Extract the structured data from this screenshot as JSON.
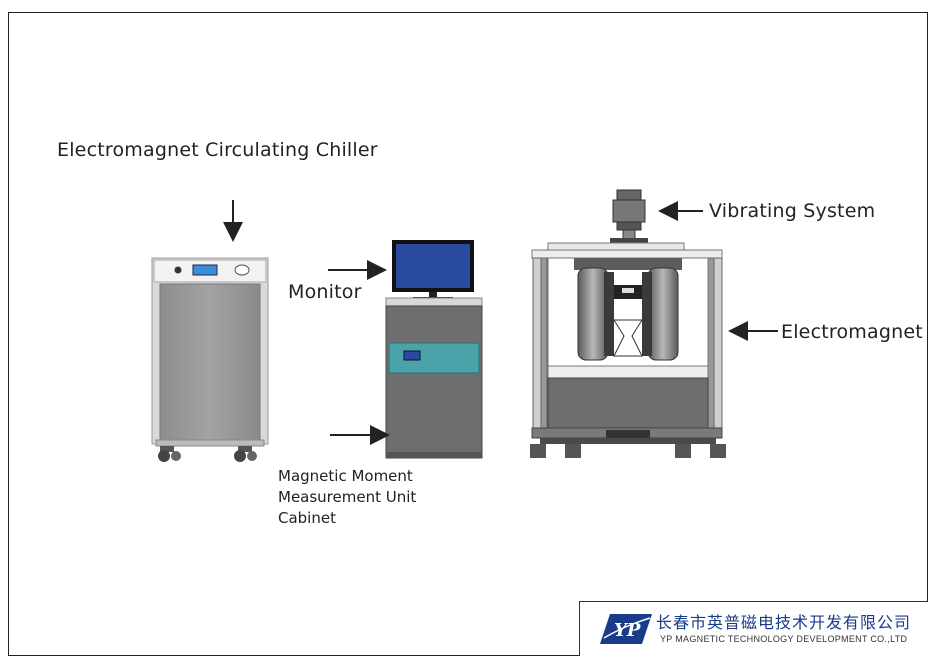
{
  "labels": {
    "chiller": "Electromagnet Circulating Chiller",
    "monitor": "Monitor",
    "vibrating": "Vibrating System",
    "electromagnet": "Electromagnet",
    "cabinet_line1": "Magnetic Moment",
    "cabinet_line2": "Measurement Unit",
    "cabinet_line3": "Cabinet"
  },
  "logo": {
    "mark": "YP",
    "company_cn": "长春市英普磁电技术开发有限公司",
    "company_en": "YP MAGNETIC TECHNOLOGY DEVELOPMENT CO.,LTD"
  },
  "colors": {
    "cabinet_gray": "#6e6e6e",
    "screen_blue": "#2a4aa0",
    "panel_teal": "#4aa3a8",
    "brand_blue": "#1a3a8a"
  }
}
